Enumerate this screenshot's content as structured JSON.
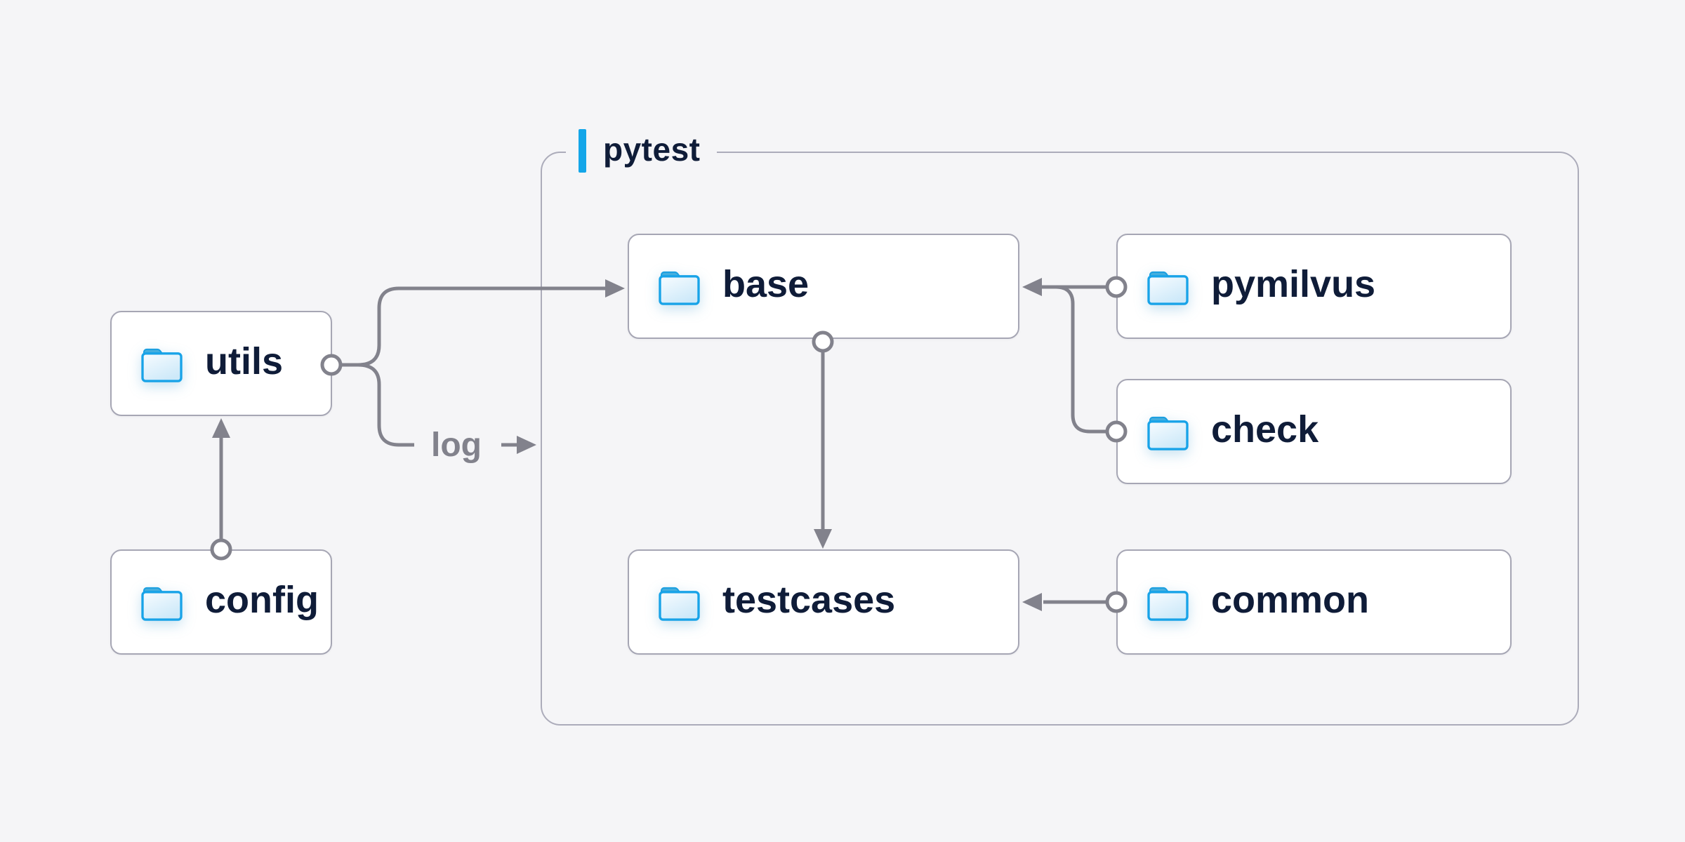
{
  "diagram": {
    "group_label": "pytest",
    "log_label": "log",
    "nodes": {
      "utils": {
        "label": "utils",
        "icon": "folder-icon"
      },
      "config": {
        "label": "config",
        "icon": "folder-icon"
      },
      "base": {
        "label": "base",
        "icon": "folder-icon"
      },
      "testcases": {
        "label": "testcases",
        "icon": "folder-icon"
      },
      "pymilvus": {
        "label": "pymilvus",
        "icon": "folder-icon"
      },
      "check": {
        "label": "check",
        "icon": "folder-icon"
      },
      "common": {
        "label": "common",
        "icon": "folder-icon"
      }
    },
    "edges": [
      {
        "from": "config",
        "to": "utils",
        "style": "arrow"
      },
      {
        "from": "utils",
        "to": "base",
        "style": "arrow"
      },
      {
        "from": "utils",
        "to": "pytest",
        "style": "arrow",
        "label": "log"
      },
      {
        "from": "pymilvus",
        "to": "base",
        "style": "arrow"
      },
      {
        "from": "check",
        "to": "base",
        "style": "arrow"
      },
      {
        "from": "base",
        "to": "testcases",
        "style": "arrow"
      },
      {
        "from": "common",
        "to": "testcases",
        "style": "arrow"
      }
    ],
    "colors": {
      "background": "#f5f5f7",
      "node_background": "#ffffff",
      "node_border": "#a6a6b4",
      "group_border": "#acacba",
      "text_navy": "#0f1c38",
      "line_gray": "#82828c",
      "accent_blue": "#14a6e9",
      "folder_stroke": "#18a3e8",
      "folder_tab": "#44aede",
      "folder_fill_light": "#f8fcff",
      "folder_fill_dark": "#cde9f9"
    }
  }
}
